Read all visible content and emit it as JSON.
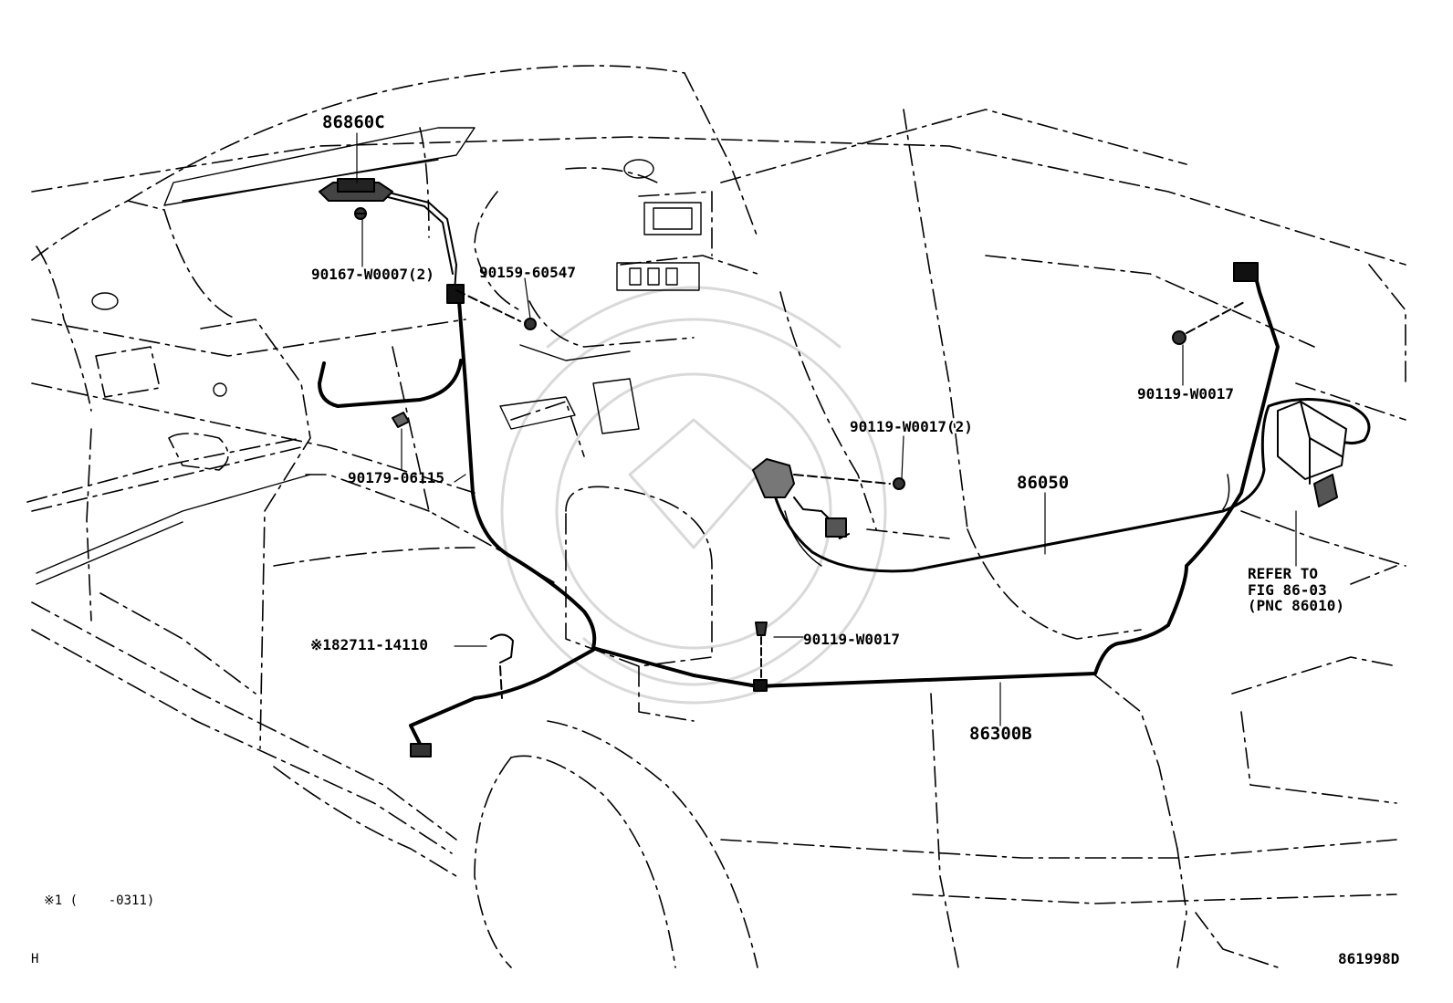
{
  "diagram": {
    "labels": {
      "p86860c": "86860C",
      "p90167": "90167-W0007(2)",
      "p90159": "90159-60547",
      "p90179": "90179-06115",
      "p90119_2": "90119-W0017(2)",
      "p90119_top": "90119-W0017",
      "p86050": "86050",
      "refer_line1": "REFER TO",
      "refer_line2": "FIG 86-03",
      "refer_line3": "(PNC 86010)",
      "p182711": "※182711-14110",
      "p90119_mid": "90119-W0017",
      "p86300b": "86300B",
      "footnote": "※1 (    -0311)",
      "corner_h": "H",
      "figure_id": "861998D"
    },
    "colors": {
      "line": "#000000",
      "background": "#ffffff",
      "watermark": "#d9d9d9"
    }
  }
}
